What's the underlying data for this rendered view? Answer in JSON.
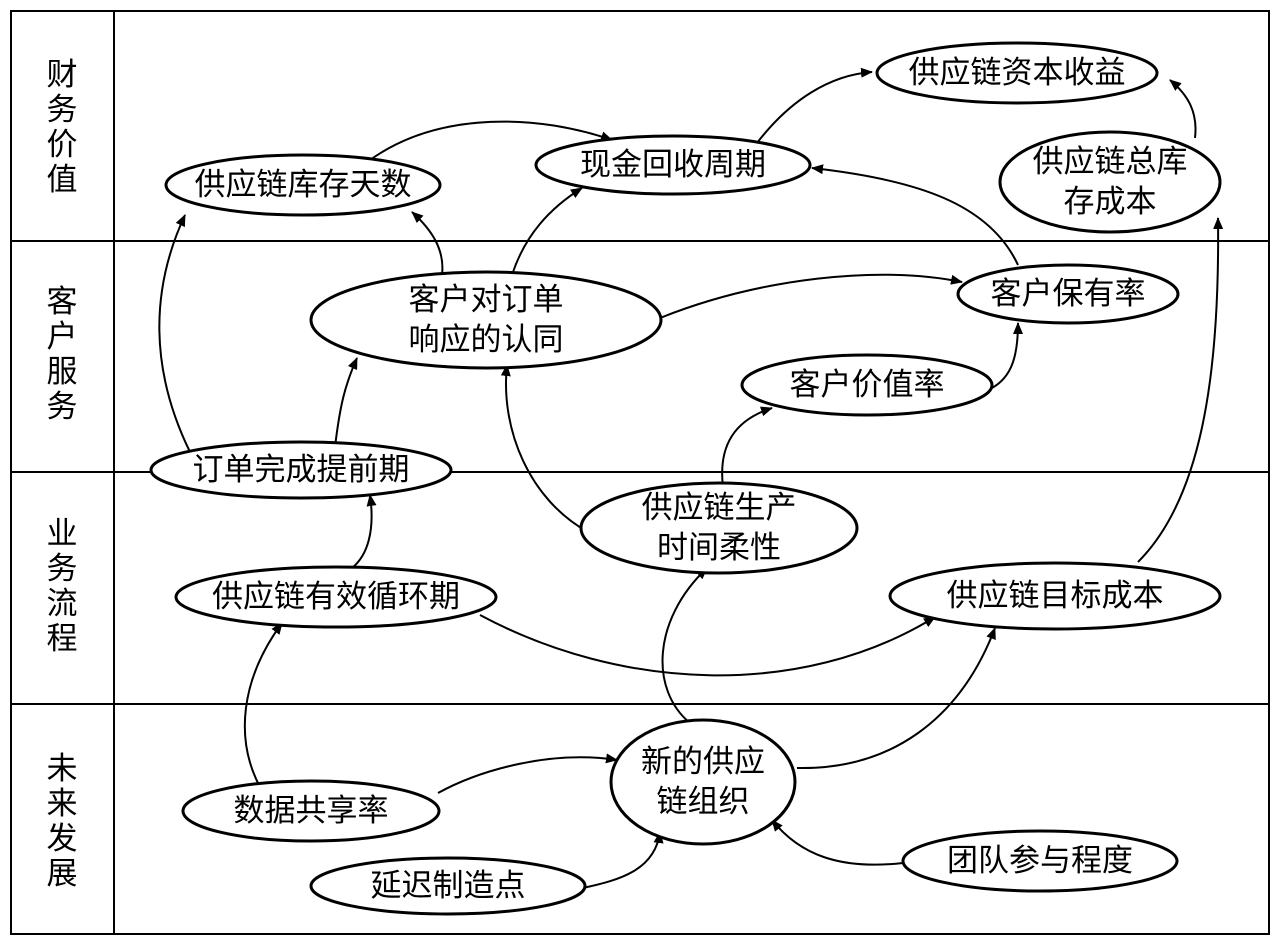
{
  "rows": [
    {
      "id": "finance",
      "label": [
        "财",
        "务",
        "价",
        "值"
      ]
    },
    {
      "id": "customer",
      "label": [
        "客",
        "户",
        "服",
        "务"
      ]
    },
    {
      "id": "process",
      "label": [
        "业",
        "务",
        "流",
        "程"
      ]
    },
    {
      "id": "future",
      "label": [
        "未",
        "来",
        "发",
        "展"
      ]
    }
  ],
  "nodes": {
    "roe": [
      "供应链资本收益"
    ],
    "cash_cycle": [
      "现金回收周期"
    ],
    "inventory_days": [
      "供应链库存天数"
    ],
    "total_inventory_cost": [
      "供应链总库",
      "存成本"
    ],
    "order_response": [
      "客户对订单",
      "响应的认同"
    ],
    "retention": [
      "客户保有率"
    ],
    "customer_value": [
      "客户价值率"
    ],
    "order_lead_time": [
      "订单完成提前期"
    ],
    "production_flex": [
      "供应链生产",
      "时间柔性"
    ],
    "effective_cycle": [
      "供应链有效循环期"
    ],
    "target_cost": [
      "供应链目标成本"
    ],
    "new_org": [
      "新的供应",
      "链组织"
    ],
    "data_sharing": [
      "数据共享率"
    ],
    "postponement": [
      "延迟制造点"
    ],
    "team_participation": [
      "团队参与程度"
    ]
  }
}
